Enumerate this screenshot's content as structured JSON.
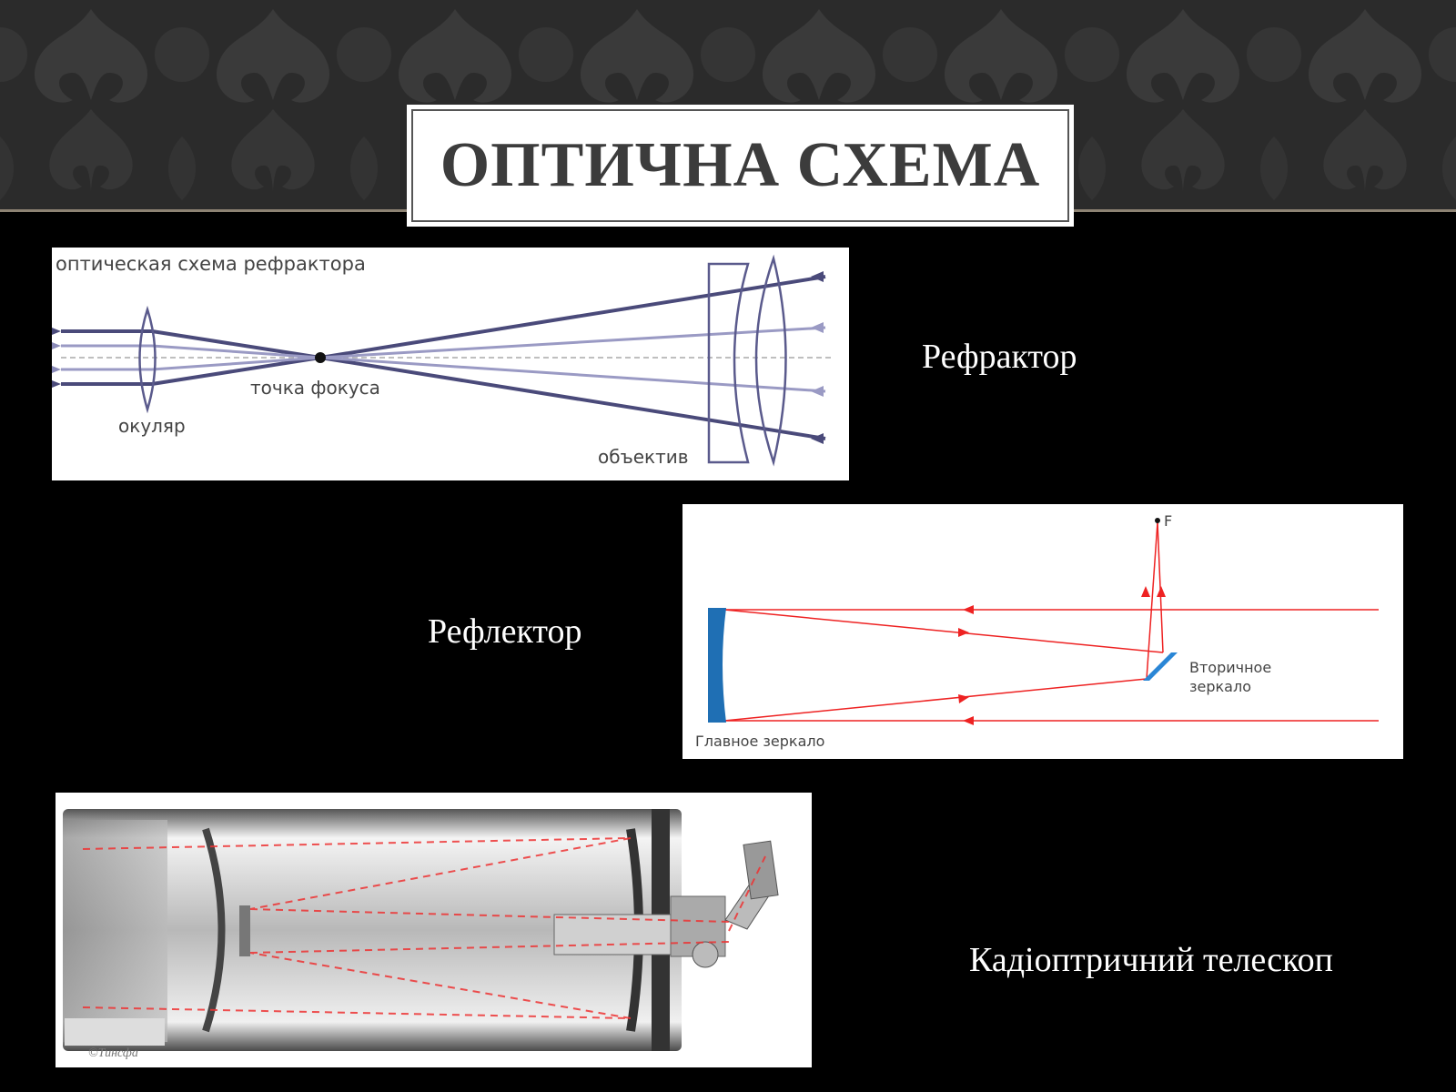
{
  "slide": {
    "title": "ОПТИЧНА СХЕМА",
    "captions": {
      "refractor": "Рефрактор",
      "reflector": "Рефлектор",
      "catadioptric": "Кадіоптричний телескоп"
    }
  },
  "refractor_diagram": {
    "heading": "оптическая схема рефрактора",
    "focus_label": "точка фокуса",
    "eyepiece_label": "окуляр",
    "objective_label": "объектив"
  },
  "reflector_diagram": {
    "focus_label": "F",
    "secondary_label_line1": "Вторичное",
    "secondary_label_line2": "зеркало",
    "primary_label": "Главное зеркало"
  },
  "catadioptric_diagram": {
    "signature": "©Тинсфа"
  },
  "colors": {
    "background": "#000000",
    "title_text": "#3c3c3c",
    "ray_red": "#ee2222",
    "mirror_blue": "#1f6fb4",
    "lens_purple": "#5a5a8c"
  }
}
